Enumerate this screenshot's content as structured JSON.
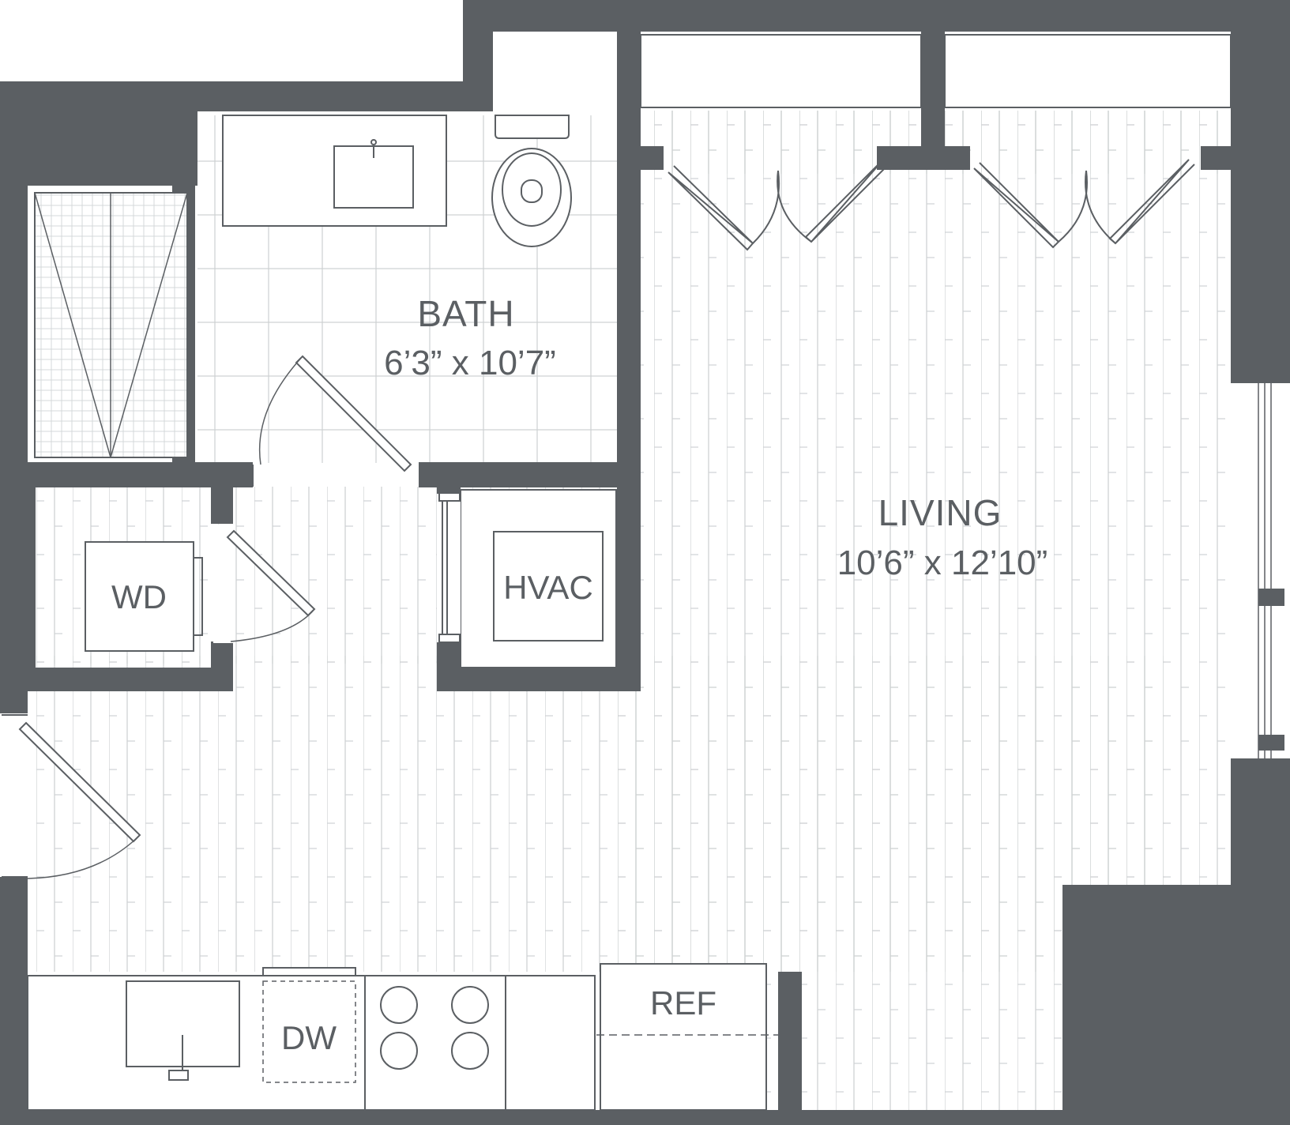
{
  "colors": {
    "wall": "#5b5f63",
    "line": "#5b5f63",
    "floor": "#ffffff",
    "grain": "#cfd2d4"
  },
  "rooms": {
    "bath": {
      "name": "BATH",
      "dims": "6’3” x 10’7”"
    },
    "living": {
      "name": "LIVING",
      "dims": "10’6” x 12’10”"
    }
  },
  "fixtures": {
    "washer_dryer": "WD",
    "hvac": "HVAC",
    "dishwasher": "DW",
    "refrigerator": "REF"
  },
  "icons": [
    "toilet-icon",
    "sink-icon",
    "shower-icon",
    "cooktop-icon",
    "door-swing-icon",
    "closet-bifold-icon",
    "window-icon"
  ]
}
